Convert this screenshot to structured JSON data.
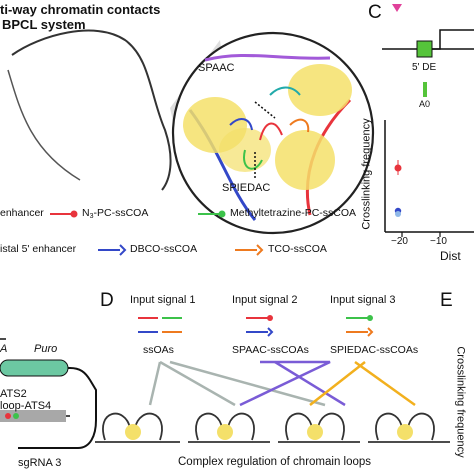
{
  "panel_a": {
    "title_line1": "ti-way chromatin contacts",
    "title_line2": "BPCL system",
    "label_spaac": "SPAAC",
    "label_spiedac": "SPIEDAC",
    "legend": {
      "enhancer": "enhancer",
      "n3": "N",
      "n3_sub": "3",
      "n3_rest": "-PC-ssCOA",
      "methyltetrazine": "Methyltetrazine-PC-ssCOA",
      "distal_enhancer": "istal 5' enhancer",
      "dbco": "DBCO-ssCOA",
      "tco": "TCO-ssCOA"
    }
  },
  "panel_c": {
    "letter": "C",
    "de_label": "5' DE",
    "a0_label": "A0",
    "ylabel": "Crosslinking frequency",
    "xlabel": "Dist",
    "tick_neg20": "−20",
    "tick_neg10": "−10"
  },
  "panel_d": {
    "letter": "D",
    "signal1": "Input signal 1",
    "signal2": "Input signal 2",
    "signal3": "Input signal 3",
    "ssoas": "ssOAs",
    "spaac_ssc": "SPAAC-ssCOAs",
    "spiedac_ssc": "SPIEDAC-ssCOAs",
    "caption": "Complex regulation of chromain loops"
  },
  "panel_b": {
    "puro": "Puro",
    "a_frag": "A",
    "ats2": "ATS2",
    "loop_ats4": "loop-ATS4",
    "sgrna3": "sgRNA 3"
  },
  "panel_e": {
    "letter": "E",
    "ylabel": "Crosslinking frequency"
  },
  "colors": {
    "n3_red": "#e8343c",
    "methyl_green": "#3cc24a",
    "dbco_blue": "#3348c8",
    "tco_orange": "#ee7a1f",
    "arrow_grey": "#a9b4b0",
    "arrow_purple": "#7a5cd6",
    "arrow_yellow": "#f2b01e",
    "pink_arrow": "#e0419a"
  }
}
